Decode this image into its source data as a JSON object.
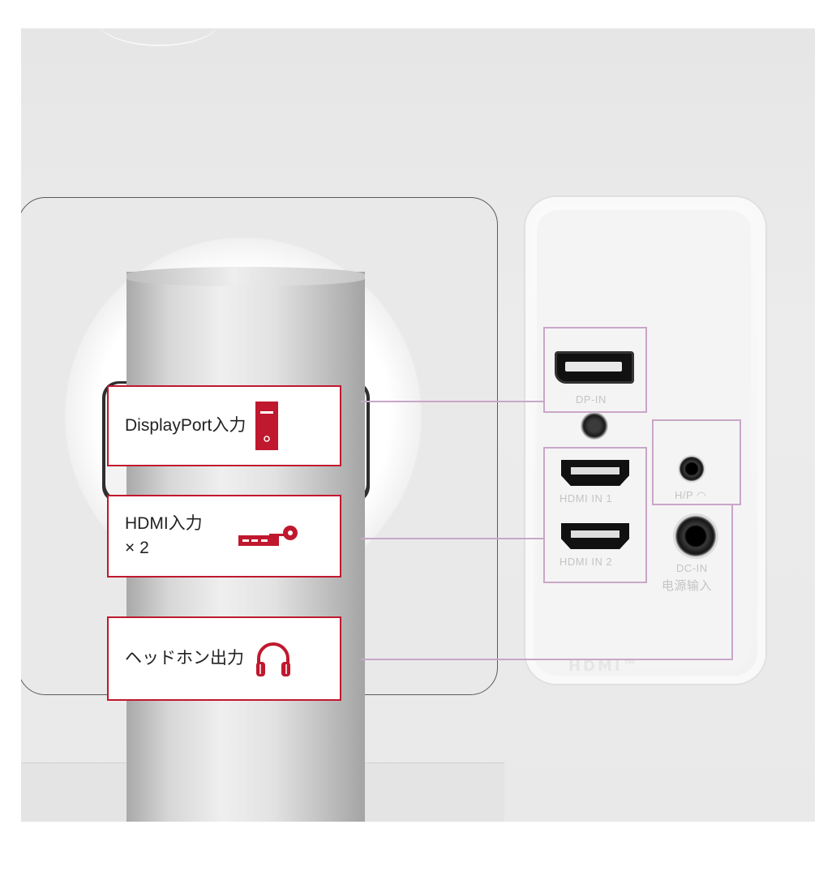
{
  "callouts": [
    {
      "label": "DisplayPort入力",
      "icon": "pc-tower-icon"
    },
    {
      "label_line1": "HDMI入力",
      "label_line2": "× 2",
      "icon": "media-player-icon"
    },
    {
      "label": "ヘッドホン出力",
      "icon": "headphones-icon"
    }
  ],
  "ports": {
    "dp": "DP-IN",
    "hdmi1": "HDMI IN 1",
    "hdmi2": "HDMI IN 2",
    "hp": "H/P",
    "dc_line1": "DC-IN",
    "dc_line2": "电源输入",
    "logo": "HDMI™"
  },
  "colors": {
    "accent": "#c0182e",
    "leader": "#c9a6c8"
  }
}
